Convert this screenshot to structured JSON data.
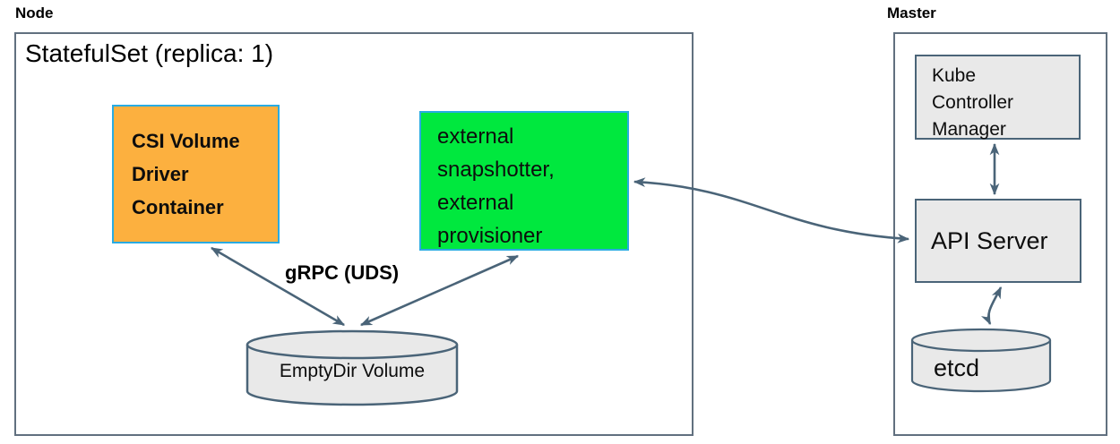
{
  "node_section": {
    "label": "Node",
    "statefulset_title": "StatefulSet (replica: 1)",
    "csi_box": {
      "lines": [
        "CSI Volume",
        "Driver",
        "Container"
      ],
      "fill": "#fcb03f",
      "border": "#29abe2"
    },
    "external_box": {
      "lines": [
        "external",
        "snapshotter,",
        "external",
        "provisioner"
      ],
      "fill": "#00e83e",
      "border": "#29abe2"
    },
    "grpc_label": "gRPC (UDS)",
    "emptydir_label": "EmptyDir Volume"
  },
  "master_section": {
    "label": "Master",
    "kcm_box": {
      "lines": [
        "Kube",
        "Controller",
        "Manager"
      ]
    },
    "api_server_label": "API Server",
    "etcd_label": "etcd"
  },
  "colors": {
    "csi_fill": "#fcb03f",
    "external_fill": "#00e83e",
    "cyan_border": "#29abe2",
    "slate_stroke": "#4a6478",
    "outer_border": "#61707f",
    "gray_fill": "#e9e9e9"
  }
}
